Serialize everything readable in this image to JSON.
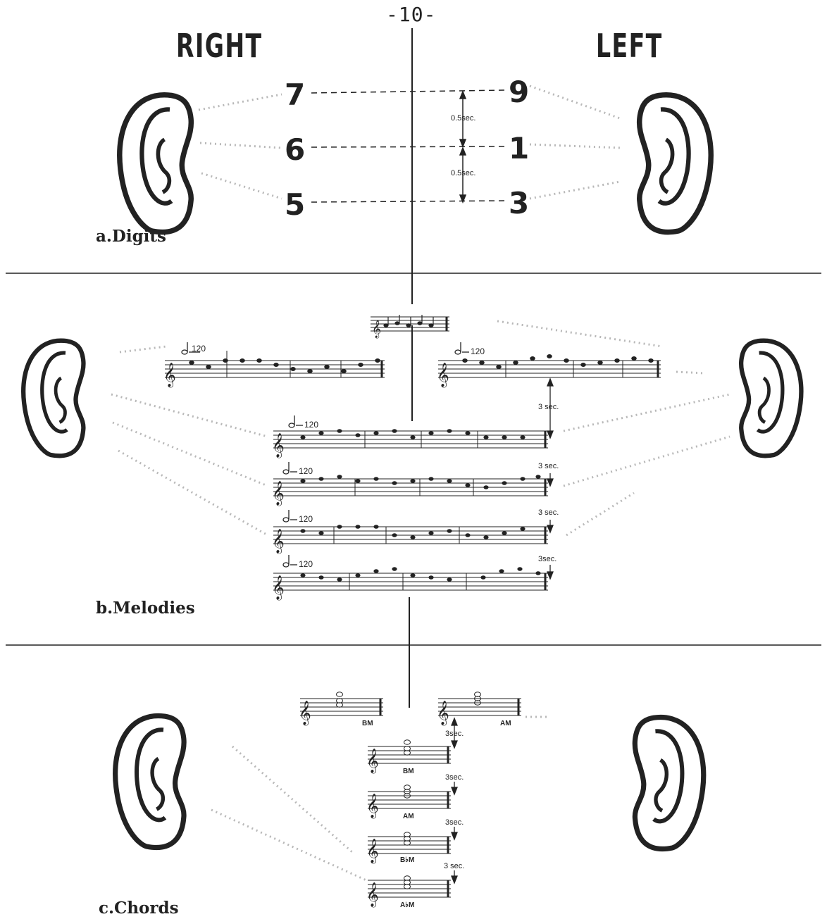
{
  "page_number": "-10-",
  "headers": {
    "right": "RIGHT",
    "left": "LEFT"
  },
  "digits": {
    "label": "a.Digits",
    "right_ear": [
      "7",
      "6",
      "5"
    ],
    "left_ear": [
      "9",
      "1",
      "3"
    ],
    "intervals": [
      "0.5sec.",
      "0.5sec."
    ]
  },
  "melodies": {
    "label": "b.Melodies",
    "tempo": "120",
    "intervals": [
      "3 sec.",
      "3 sec.",
      "3 sec.",
      "3sec."
    ]
  },
  "chords": {
    "label": "c.Chords",
    "right_ear_chord": "BM",
    "left_ear_chord": "AM",
    "sequence": [
      "BM",
      "AM",
      "B♭M",
      "A♭M"
    ],
    "intervals": [
      "3sec.",
      "3sec.",
      "3sec.",
      "3 sec."
    ]
  },
  "colors": {
    "ink": "#222222",
    "background": "#ffffff",
    "dots": "#b8b8b8"
  }
}
